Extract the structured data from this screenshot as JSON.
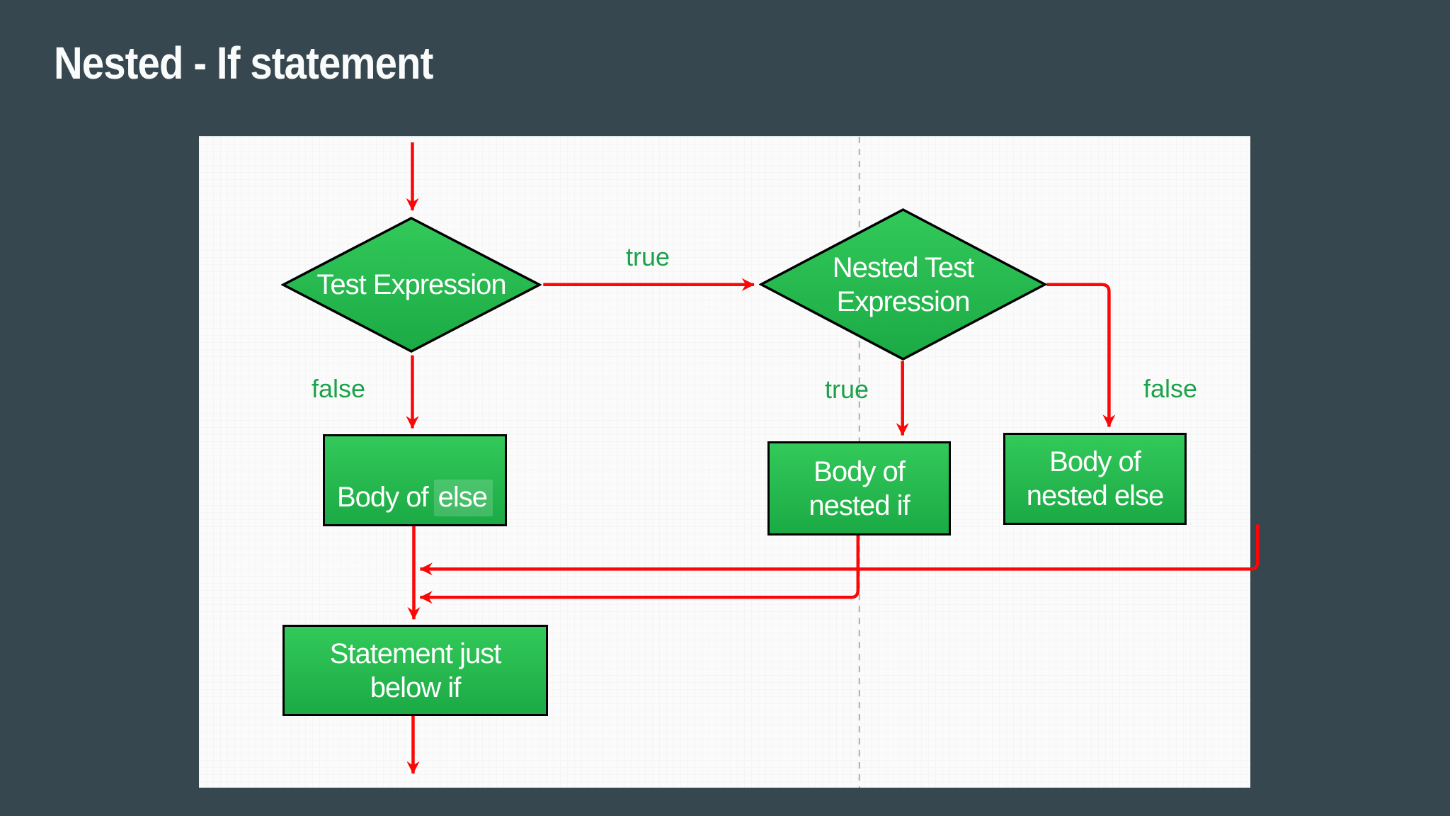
{
  "slide": {
    "title": "Nested - If  statement"
  },
  "colors": {
    "background": "#37474F",
    "canvas_bg": "#FBFBFB",
    "grid_major": "#E9E9E9",
    "grid_minor": "#F6F5F5",
    "node_top": "#33C95A",
    "node_bottom": "#1BAA45",
    "node_border": "#000000",
    "node_text": "#FFFFFF",
    "edge": "#FB0707",
    "edge_label": "#1CA24A",
    "divider": "#ADADAD",
    "title_text": "#FAFCFC"
  },
  "flowchart": {
    "nodes": {
      "test_expression": {
        "type": "decision",
        "label": "Test Expression"
      },
      "nested_test_expression": {
        "type": "decision",
        "label": "Nested Test\nExpression"
      },
      "body_of_else": {
        "type": "process",
        "label_part1": "Body of",
        "label_part2": "else"
      },
      "body_of_nested_if": {
        "type": "process",
        "label": "Body of\nnested if"
      },
      "body_of_nested_else": {
        "type": "process",
        "label": "Body of\nnested else"
      },
      "statement_below_if": {
        "type": "process",
        "label": "Statement just\nbelow if"
      }
    },
    "edge_labels": {
      "test_true": "true",
      "test_false": "false",
      "nested_true": "true",
      "nested_false": "false"
    }
  }
}
